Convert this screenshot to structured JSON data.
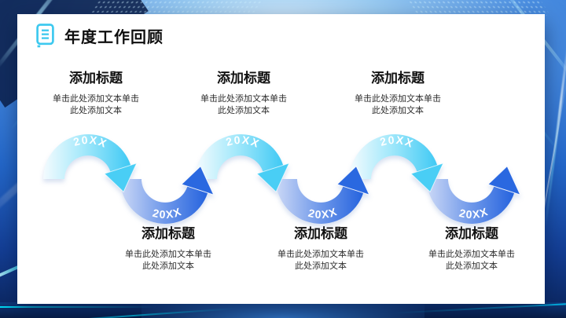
{
  "slide": {
    "title": "年度工作回顾",
    "items": {
      "top": [
        {
          "heading": "添加标题",
          "line1": "单击此处添加文本单击",
          "line2": "此处添加文本"
        },
        {
          "heading": "添加标题",
          "line1": "单击此处添加文本单击",
          "line2": "此处添加文本"
        },
        {
          "heading": "添加标题",
          "line1": "单击此处添加文本单击",
          "line2": "此处添加文本"
        }
      ],
      "bottom": [
        {
          "heading": "添加标题",
          "line1": "单击此处添加文本单击",
          "line2": "此处添加文本"
        },
        {
          "heading": "添加标题",
          "line1": "单击此处添加文本单击",
          "line2": "此处添加文本"
        },
        {
          "heading": "添加标题",
          "line1": "单击此处添加文本单击",
          "line2": "此处添加文本"
        }
      ]
    },
    "wave_labels": [
      "20XX",
      "20XX",
      "20XX",
      "20XX",
      "20XX",
      "20XX"
    ],
    "colors": {
      "accent_cyan": "#3EC9EF",
      "arc_top_end": "#3FC9F4",
      "arc_bottom_end": "#2563DE",
      "background_blue": "#2468CA"
    }
  }
}
